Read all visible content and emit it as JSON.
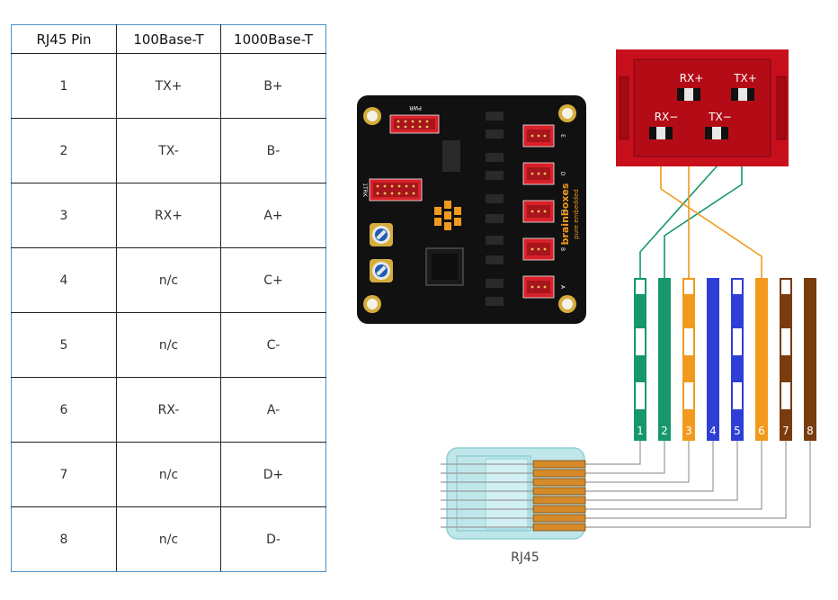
{
  "table": {
    "headers": [
      "RJ45 Pin",
      "100Base-T",
      "1000Base-T"
    ],
    "rows": [
      {
        "pin": "1",
        "base100": "TX+",
        "base1000": "B+"
      },
      {
        "pin": "2",
        "base100": "TX-",
        "base1000": "B-"
      },
      {
        "pin": "3",
        "base100": "RX+",
        "base1000": "A+"
      },
      {
        "pin": "4",
        "base100": "n/c",
        "base1000": "C+"
      },
      {
        "pin": "5",
        "base100": "n/c",
        "base1000": "C-"
      },
      {
        "pin": "6",
        "base100": "RX-",
        "base1000": "A-"
      },
      {
        "pin": "7",
        "base100": "n/c",
        "base1000": "D+"
      },
      {
        "pin": "8",
        "base100": "n/c",
        "base1000": "D-"
      }
    ]
  },
  "board": {
    "brand": "brainboxes",
    "tagline": "pure embedded",
    "header_labels": [
      "PWR",
      "1TRK"
    ],
    "port_labels": [
      "E",
      "D",
      "C",
      "B",
      "A"
    ]
  },
  "jack": {
    "labels": [
      "RX+",
      "TX+",
      "RX−",
      "TX−"
    ]
  },
  "wires": {
    "numbers": [
      "1",
      "2",
      "3",
      "4",
      "5",
      "6",
      "7",
      "8"
    ]
  },
  "connector": {
    "label": "RJ45"
  },
  "colors": {
    "green": "#16986a",
    "orange": "#f29a1d",
    "blue": "#2d3fd6",
    "brown": "#7a3b0f",
    "jack_red": "#c8101c",
    "board_black": "#111111",
    "header_red": "#d8212a",
    "gold": "#d6ad3c",
    "connector_body": "#bfe7ea",
    "table_border_accent": "#4a90c8"
  }
}
